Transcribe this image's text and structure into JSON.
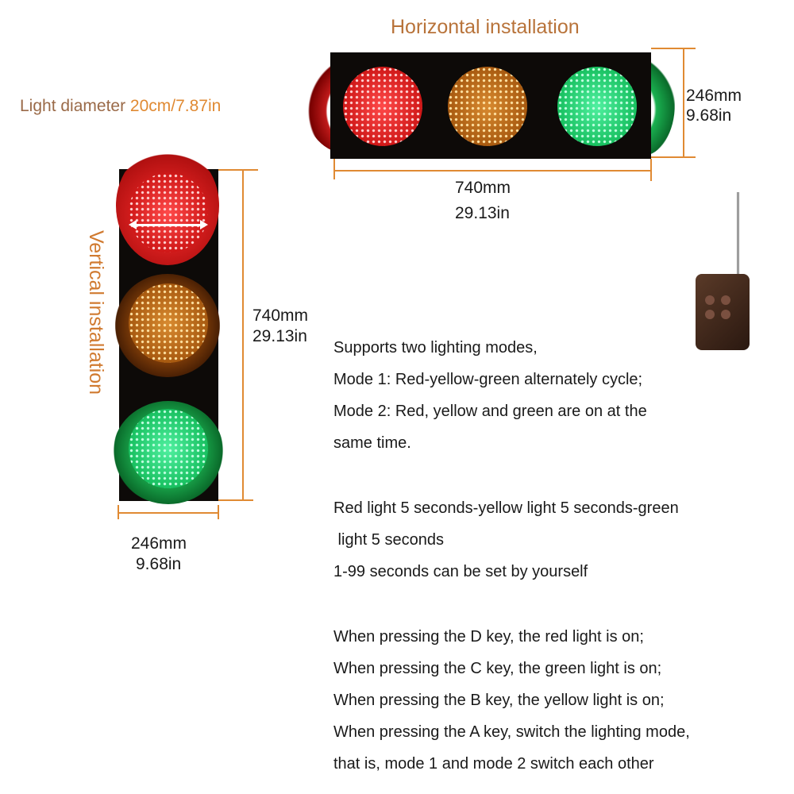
{
  "horizontal": {
    "title": "Horizontal installation",
    "width_mm": "740mm",
    "width_in": "29.13in",
    "height_mm": "246mm",
    "height_in": "9.68in"
  },
  "vertical": {
    "title": "Vertical installation",
    "height_mm": "740mm",
    "height_in": "29.13in",
    "width_mm": "246mm",
    "width_in": "9.68in"
  },
  "diameter": {
    "label": "Light diameter ",
    "value": "20cm/7.87in"
  },
  "description": {
    "modes": [
      "Supports two lighting modes,",
      "Mode 1: Red-yellow-green alternately cycle;",
      "Mode 2: Red, yellow and green are on at the",
      "same time."
    ],
    "timing": [
      "Red light 5 seconds-yellow light 5 seconds-green",
      " light 5 seconds",
      "1-99 seconds can be set by yourself"
    ],
    "keys": [
      "When pressing the D key, the red light is on;",
      "When pressing the C key, the green light is on;",
      "When pressing the B key, the yellow light is on;",
      "When pressing the A key, switch the lighting mode,",
      "that is, mode 1 and mode 2 switch each other"
    ]
  },
  "colors": {
    "accent": "#e08a33",
    "label": "#b8733a"
  }
}
